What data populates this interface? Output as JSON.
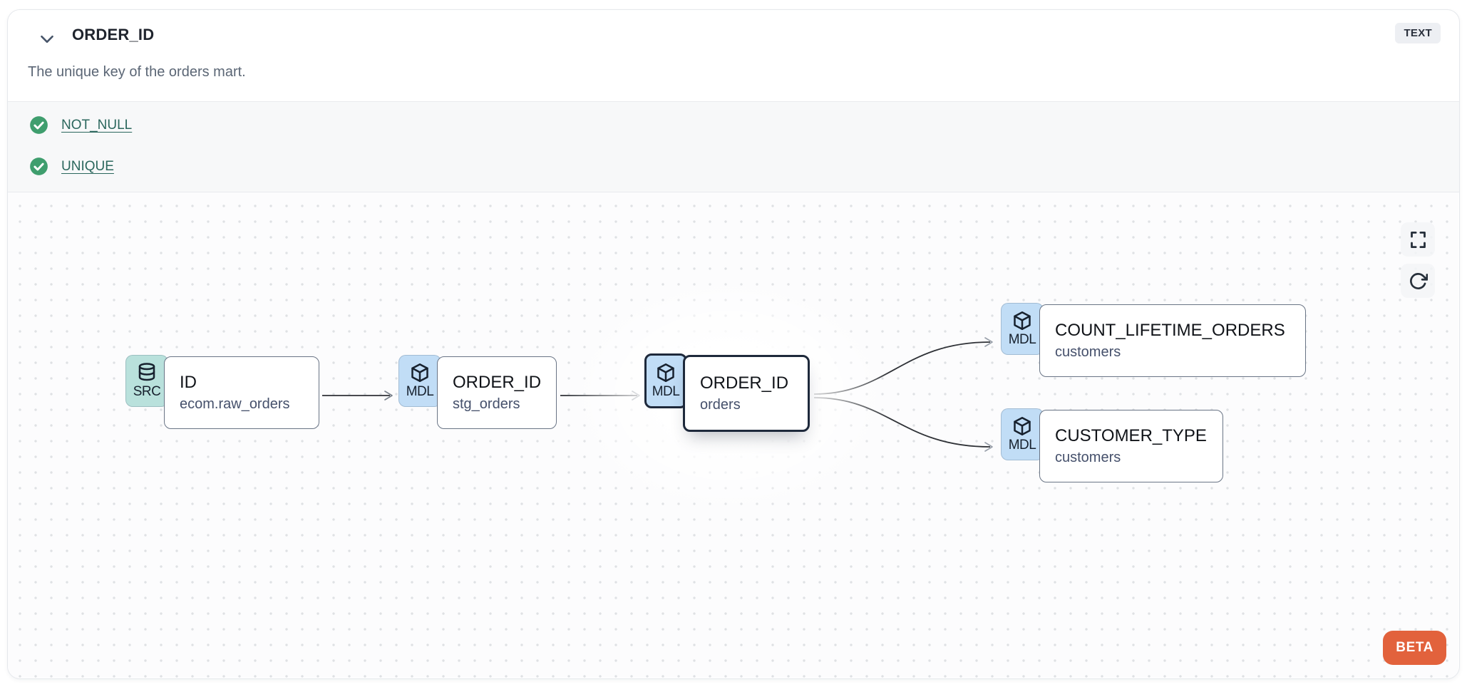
{
  "header": {
    "title": "ORDER_ID",
    "type_badge": "TEXT",
    "description": "The unique key of the orders mart."
  },
  "tests": [
    {
      "label": "NOT_NULL",
      "status": "pass"
    },
    {
      "label": "UNIQUE",
      "status": "pass"
    }
  ],
  "lineage": {
    "nodes": [
      {
        "badge": "SRC",
        "icon": "database-icon",
        "title": "ID",
        "subtitle": "ecom.raw_orders",
        "selected": false
      },
      {
        "badge": "MDL",
        "icon": "cube-icon",
        "title": "ORDER_ID",
        "subtitle": "stg_orders",
        "selected": false
      },
      {
        "badge": "MDL",
        "icon": "cube-icon",
        "title": "ORDER_ID",
        "subtitle": "orders",
        "selected": true
      },
      {
        "badge": "MDL",
        "icon": "cube-icon",
        "title": "COUNT_LIFETIME_ORDERS",
        "subtitle": "customers",
        "selected": false
      },
      {
        "badge": "MDL",
        "icon": "cube-icon",
        "title": "CUSTOMER_TYPE",
        "subtitle": "customers",
        "selected": false
      }
    ],
    "edges": [
      {
        "from": "ID (ecom.raw_orders)",
        "to": "ORDER_ID (stg_orders)"
      },
      {
        "from": "ORDER_ID (stg_orders)",
        "to": "ORDER_ID (orders)"
      },
      {
        "from": "ORDER_ID (orders)",
        "to": "COUNT_LIFETIME_ORDERS (customers)"
      },
      {
        "from": "ORDER_ID (orders)",
        "to": "CUSTOMER_TYPE (customers)"
      }
    ],
    "beta_label": "BETA"
  },
  "colors": {
    "test_pass_green": "#3f9e6e",
    "link_teal": "#2b675d",
    "src_badge_bg": "#b9e1dc",
    "mdl_badge_bg": "#c1ddf6",
    "selected_border": "#1e293b",
    "beta_orange": "#e2623c",
    "type_badge_bg": "#edeff3"
  }
}
